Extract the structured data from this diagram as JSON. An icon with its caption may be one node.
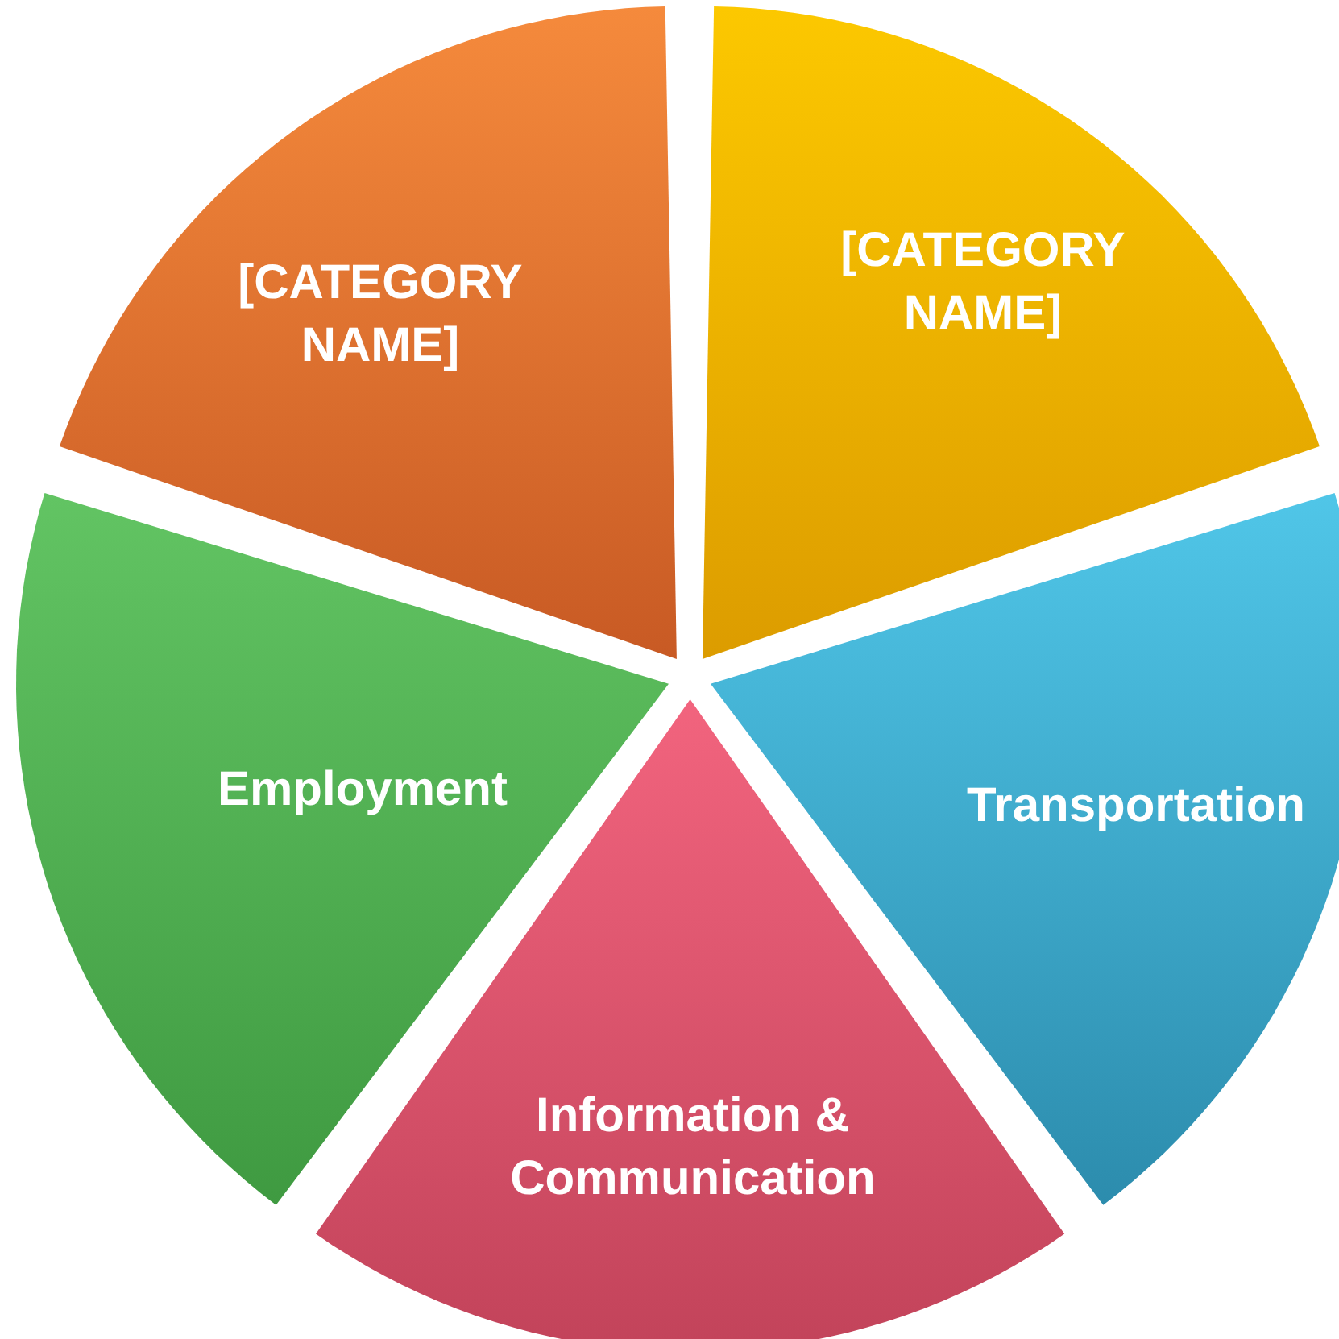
{
  "diagram": {
    "nodes": [
      {
        "text": [
          "[CATEGORY NAME]"
        ]
      },
      {
        "text": [
          "[CATEGORY NAME]"
        ]
      },
      {
        "text": [
          "Employment"
        ]
      },
      {
        "text": [
          "Transportation"
        ]
      },
      {
        "text": [
          "Information & Communication"
        ]
      }
    ]
  }
}
